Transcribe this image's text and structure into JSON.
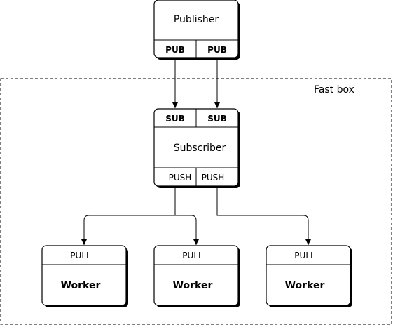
{
  "region": {
    "label": "Fast box"
  },
  "publisher": {
    "title": "Publisher",
    "ports": [
      "PUB",
      "PUB"
    ]
  },
  "subscriber": {
    "title": "Subscriber",
    "top_ports": [
      "SUB",
      "SUB"
    ],
    "bottom_ports": [
      "PUSH",
      "PUSH"
    ]
  },
  "workers": [
    {
      "title": "Worker",
      "port": "PULL"
    },
    {
      "title": "Worker",
      "port": "PULL"
    },
    {
      "title": "Worker",
      "port": "PULL"
    }
  ],
  "colors": {
    "stroke": "#000000",
    "fill": "#ffffff",
    "shadow": "#000000"
  }
}
